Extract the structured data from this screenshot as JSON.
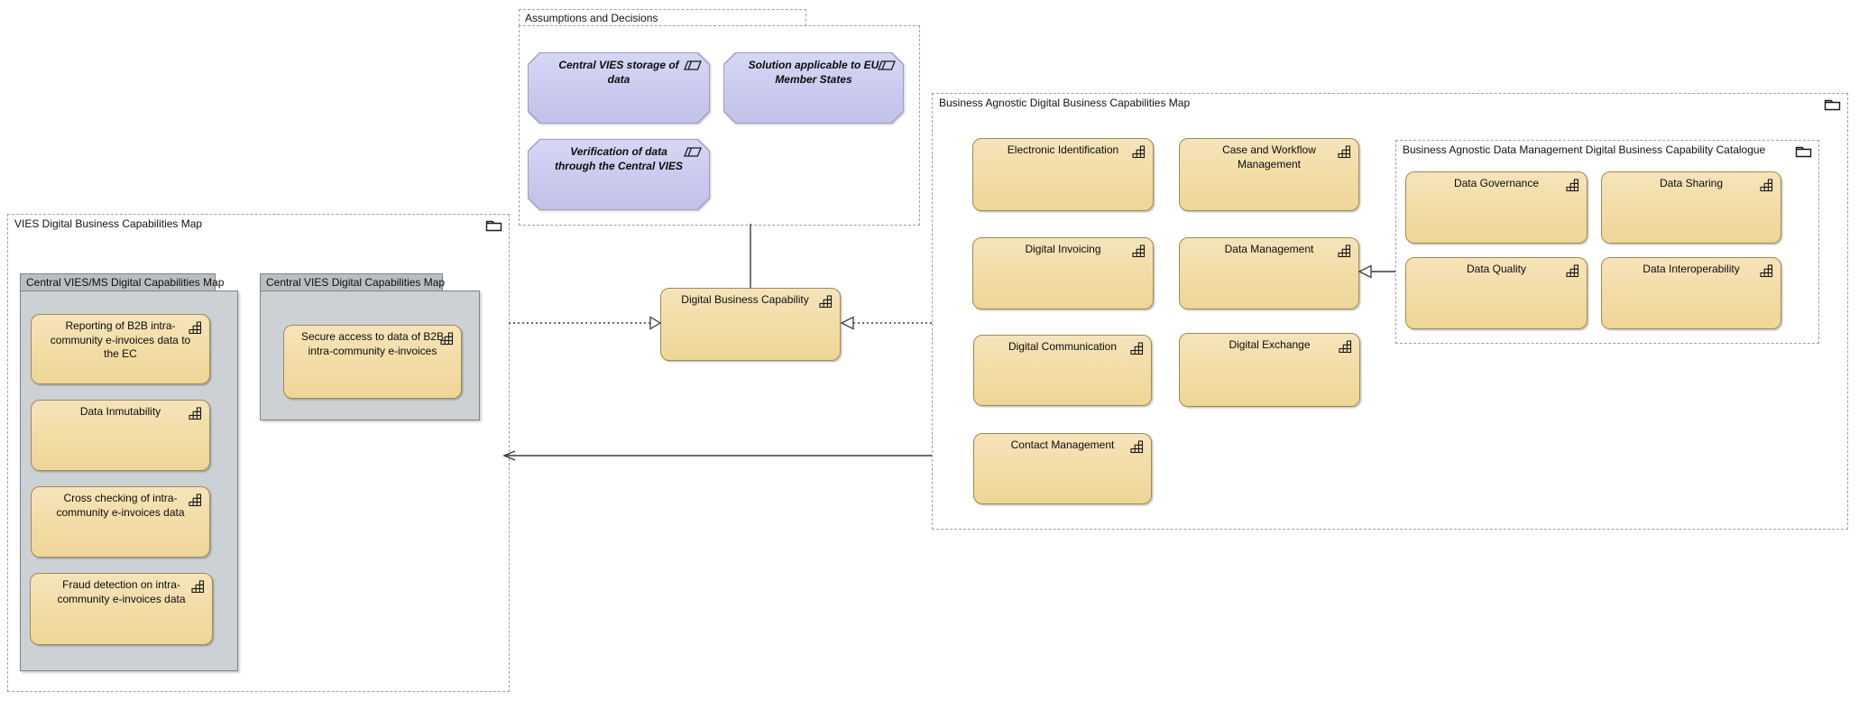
{
  "groups": {
    "assumptions": {
      "title": "Assumptions and Decisions"
    },
    "vies_map": {
      "title": "VIES Digital Business Capabilities Map"
    },
    "ba_map": {
      "title": "Business Agnostic Digital Business Capabilities Map"
    },
    "catalogue": {
      "title": "Business Agnostic Data Management Digital Business Capability Catalogue"
    },
    "central_vies_ms": {
      "title": "Central VIES/MS Digital Capabilities Map"
    },
    "central_vies": {
      "title": "Central VIES Digital Capabilities Map"
    }
  },
  "constraints": [
    {
      "label": "Central VIES storage of data"
    },
    {
      "label": "Solution applicable to EU Member States"
    },
    {
      "label": "Verification of data through the Central VIES"
    }
  ],
  "capabilities": {
    "center": {
      "label": "Digital Business Capability"
    },
    "ba": [
      {
        "label": "Electronic Identification"
      },
      {
        "label": "Case and Workflow Management"
      },
      {
        "label": "Digital Invoicing"
      },
      {
        "label": "Data Management"
      },
      {
        "label": "Digital Communication"
      },
      {
        "label": "Digital Exchange"
      },
      {
        "label": "Contact Management"
      }
    ],
    "catalogue": [
      {
        "label": "Data Governance"
      },
      {
        "label": "Data Sharing"
      },
      {
        "label": "Data Quality"
      },
      {
        "label": "Data Interoperability"
      }
    ],
    "vies_ms": [
      {
        "label": "Reporting of B2B intra-community e-invoices data to the EC"
      },
      {
        "label": "Data Inmutability"
      },
      {
        "label": "Cross checking of intra-community e-invoices data"
      },
      {
        "label": "Fraud detection on intra-community e-invoices data"
      }
    ],
    "vies_central": [
      {
        "label": "Secure access to data of B2B intra-community e-invoices"
      }
    ]
  },
  "colors": {
    "capability_fill": "#F2DCA4",
    "capability_border": "#A08A52",
    "constraint_fill": "#C9C9EE",
    "constraint_border": "#9E9EC6",
    "group_gray_body": "#CCD1D5",
    "group_gray_tab": "#B9BEC3",
    "dashed_border": "#9F9F9F",
    "connector": "#3A3A3A"
  }
}
